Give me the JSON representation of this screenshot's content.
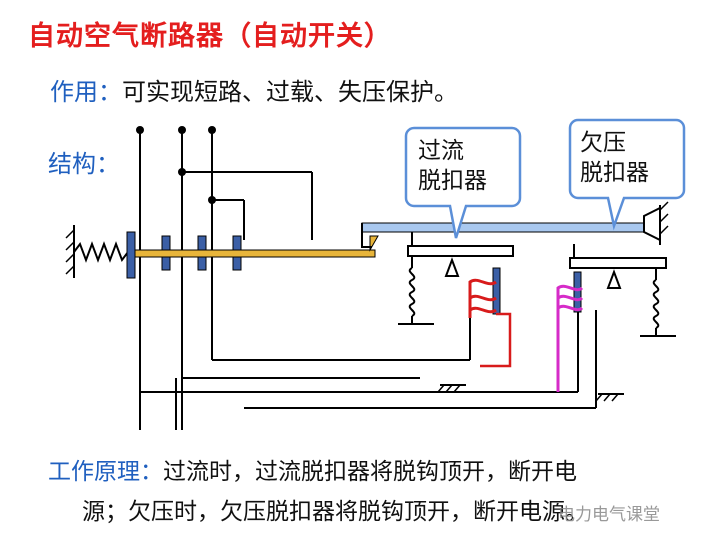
{
  "title": "自动空气断路器（自动开关）",
  "usage": {
    "label": "作用：",
    "text": "可实现短路、过载、失压保护。"
  },
  "structure_label": "结构：",
  "callouts": {
    "overcurrent": {
      "line1": "过流",
      "line2": "脱扣器"
    },
    "undervoltage": {
      "line1": "欠压",
      "line2": "脱扣器"
    }
  },
  "principle": {
    "label": "工作原理：",
    "line1": "过流时，过流脱扣器将脱钩顶开，断开电",
    "line2": "源；欠压时，欠压脱扣器将脱钩顶开，断开电源。"
  },
  "watermark": "电力电气课堂",
  "colors": {
    "title": "#e41e1e",
    "label_blue": "#1f5fbf",
    "shaft": "#e8b53a",
    "hook_bar": "#a9c8ef",
    "overcurrent_coil": "#d81b1b",
    "undervoltage_coil": "#d62bc8"
  }
}
